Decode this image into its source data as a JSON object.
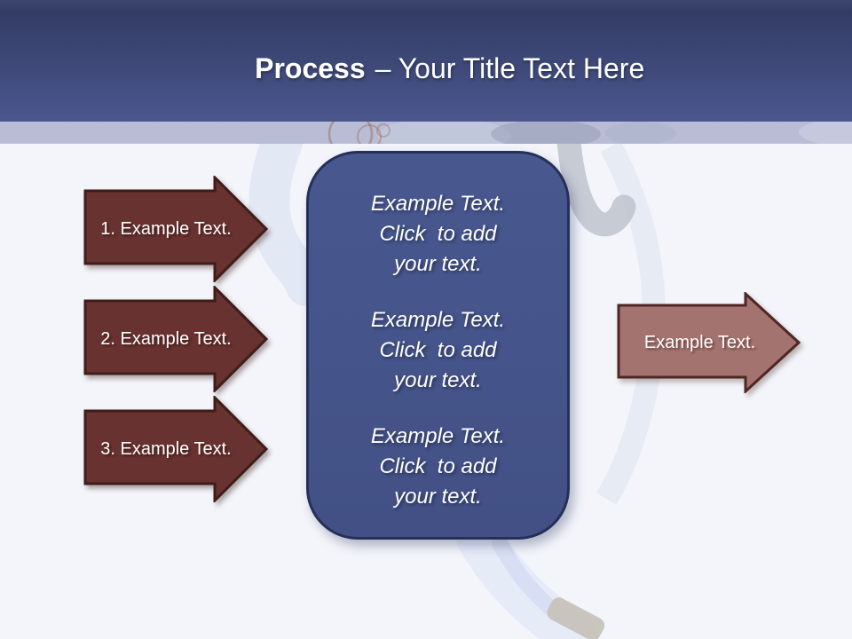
{
  "title": {
    "bold": "Process",
    "rest": "– Your Title Text Here"
  },
  "process_steps": [
    {
      "label": "1. Example Text."
    },
    {
      "label": "2. Example Text."
    },
    {
      "label": "3. Example Text."
    }
  ],
  "center_panel": {
    "blocks": [
      {
        "lines": [
          "Example Text.",
          "Click  to add",
          "your text."
        ]
      },
      {
        "lines": [
          "Example Text.",
          "Click  to add",
          "your text."
        ]
      },
      {
        "lines": [
          "Example Text.",
          "Click  to add",
          "your text."
        ]
      }
    ]
  },
  "output_arrow": {
    "label": "Example Text."
  },
  "colors": {
    "header_top": "#333c64",
    "header_bottom": "#4b578e",
    "band": "#b8bdd5",
    "background": "#f3f5fa",
    "step_arrow_fill": "#683230",
    "step_arrow_border": "#3e1d1a",
    "output_arrow_fill": "#a3736f",
    "output_arrow_border": "#4f2725",
    "panel_fill": "#44548c",
    "panel_border": "#25305a",
    "text": "#ffffff"
  }
}
